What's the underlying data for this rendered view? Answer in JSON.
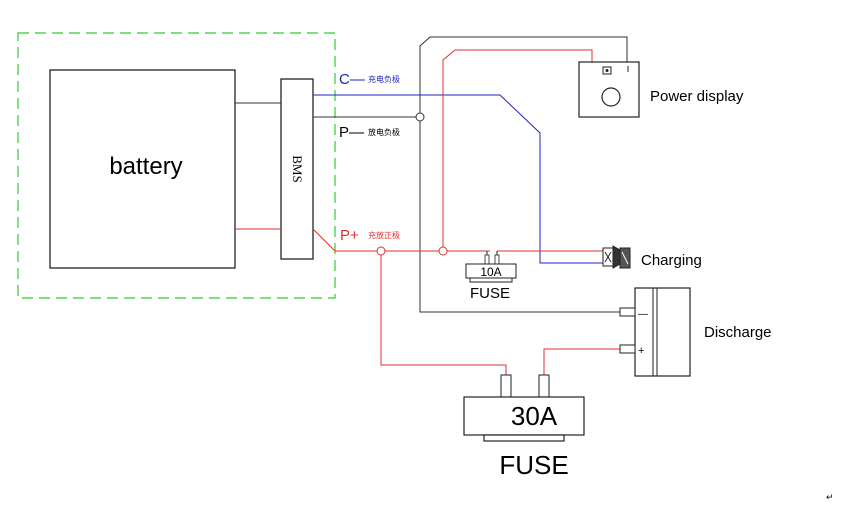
{
  "labels": {
    "battery": "battery",
    "bms": "BMS",
    "c_minus": "C—",
    "c_minus_note": "充电负极",
    "p_minus": "P—",
    "p_minus_note": "放电负极",
    "p_plus": "P+",
    "p_plus_note": "充放正极",
    "power_display": "Power display",
    "charging": "Charging",
    "discharge": "Discharge",
    "fuse_small_rating": "10A",
    "fuse_small_label": "FUSE",
    "fuse_big_rating": "30A",
    "fuse_big_label": "FUSE",
    "minus_sign": "—",
    "plus_sign": "+"
  },
  "colors": {
    "positive_wire": "#e03030",
    "charge_negative_wire": "#2020c0",
    "negative_wire": "#333333",
    "enclosure_dash": "#33cc33",
    "outline": "#222222",
    "pcolor_plus_text": "#e03030",
    "pcolor_c_text": "#2020c0"
  },
  "icons": [
    "connector-icon",
    "power-display-icon",
    "fuse-icon",
    "terminal-icon"
  ]
}
